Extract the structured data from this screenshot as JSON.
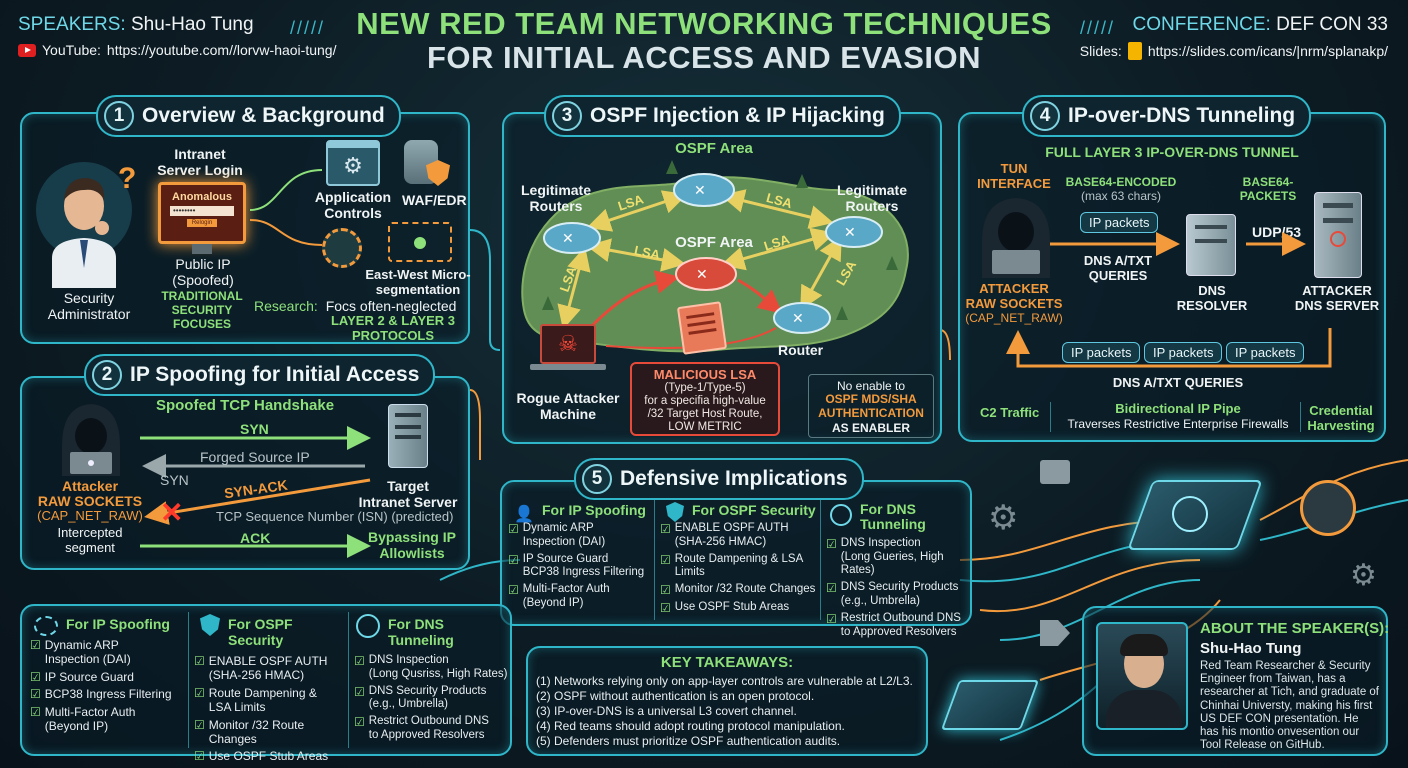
{
  "header": {
    "speakers_label": "SPEAKERS:",
    "speaker_name": "Shu-Hao Tung",
    "youtube_label": "YouTube:",
    "youtube_url": "https://youtube.com//lorvw-haoi-tung/",
    "title_line1": "NEW RED TEAM NETWORKING TECHNIQUES",
    "title_line2": "FOR INITIAL ACCESS AND EVASION",
    "conference_label": "CONFERENCE:",
    "conference_name": "DEF CON 33",
    "slides_label": "Slides:",
    "slides_url": "https://slides.com/icans/|nrm/splanakp/"
  },
  "section1": {
    "number": "1",
    "title": "Overview & Background",
    "intranet_login": "Intranet\nServer Login",
    "anomalous": "Anomalous",
    "password_mask": "••••••••",
    "login_btn": "Relogin",
    "security_admin": "Security\nAdministrator",
    "public_ip": "Public IP\n(Spoofed)",
    "traditional": "TRADITIONAL\nSECURITY\nFOCUSES",
    "app_controls": "Application\nControls",
    "waf_edr": "WAF/EDR",
    "east_west": "East-West Micro-\nsegmentation",
    "research_label": "Research:",
    "research_text": "Focs often-neglected",
    "layer_text": "LAYER 2 & LAYER 3\nPROTOCOLS"
  },
  "section2": {
    "number": "2",
    "title": "IP Spoofing for Initial Access",
    "handshake": "Spoofed TCP Handshake",
    "syn1": "SYN",
    "forged": "Forged Source IP",
    "syn2": "SYN",
    "synack": "SYN-ACK",
    "isn": "TCP Sequence Number (ISN) (predicted)",
    "ack": "ACK",
    "attacker": "Attacker",
    "raw_sockets": "RAW SOCKETS",
    "cap": "(CAP_NET_RAW)",
    "intercepted": "Intercepted\nsegment",
    "target": "Target\nIntranet Server",
    "bypassing": "Bypassing IP\nAllowlists"
  },
  "section3": {
    "number": "3",
    "title": "OSPF Injection & IP Hijacking",
    "ospf_area_top": "OSPF Area",
    "ospf_area_mid": "OSPF Area",
    "legit_left": "Legitimate\nRouters",
    "legit_right": "Legitimate\nRouters",
    "lsa": "LSA",
    "router": "Router",
    "rogue": "Rogue Attacker\nMachine",
    "malicious_title": "MALICIOUS LSA",
    "malicious_body": "(Type-1/Type-5)\nfor a specifia high-value\n/32 Target Host Route,\nLOW METRIC",
    "no_enable": "No enable to",
    "ospf_auth": "OSPF MDS/SHA\nAUTHENTICATION",
    "as_enabler": "AS ENABLER"
  },
  "section4": {
    "number": "4",
    "title": "IP-over-DNS Tunneling",
    "full_l3": "FULL LAYER 3 IP-OVER-DNS TUNNEL",
    "tun": "TUN\nINTERFACE",
    "base64_enc": "BASE64-ENCODED",
    "max63": "(max 63 chars)",
    "base64_packets": "BASE64-\nPACKETS",
    "ip_packets": "IP packets",
    "udp53": "UDP/53",
    "dns_queries": "DNS A/TXT\nQUERIES",
    "attacker": "ATTACKER",
    "raw_sockets": "RAW SOCKETS",
    "cap": "(CAP_NET_RAW)",
    "dns_resolver": "DNS\nRESOLVER",
    "attacker_dns": "ATTACKER\nDNS SERVER",
    "return_pills": [
      "IP packets",
      "IP packets",
      "IP packets"
    ],
    "return_queries": "DNS A/TXT QUERIES",
    "c2": "C2 Traffic",
    "bidirectional": "Bidirectional IP Pipe",
    "traverses": "Traverses Restrictive Enterprise Firewalls",
    "credential": "Credential\nHarvesting"
  },
  "section5": {
    "number": "5",
    "title": "Defensive Implications",
    "col1_title": "For IP Spoofing",
    "col1_items": [
      "Dynamic ARP\nInspection (DAI)",
      "IP Source Guard\nBCP38 Ingress Filtering",
      "Multi-Factor Auth\n(Beyond IP)"
    ],
    "col2_title": "For OSPF Security",
    "col2_items": [
      "ENABLE OSPF AUTH\n(SHA-256 HMAC)",
      "Route Dampening & LSA Limits",
      "Monitor /32 Route Changes",
      "Use OSPF Stub Areas"
    ],
    "col3_title": "For DNS\nTunneling",
    "col3_items": [
      "DNS Inspection\n(Long Gueries, High Rates)",
      "DNS Security Products\n(e.g., Umbrella)",
      "Restrict Outbound DNS\nto Approved Resolvers"
    ]
  },
  "bottom_left": {
    "col1_title": "For IP Spoofing",
    "col1_items": [
      "Dynamic ARP\nInspection (DAI)",
      "IP Source Guard",
      "BCP38 Ingress Filtering",
      "Multi-Factor Auth\n(Beyond IP)"
    ],
    "col2_title": "For OSPF Security",
    "col2_items": [
      "ENABLE OSPF AUTH\n(SHA-256 HMAC)",
      "Route Dampening &\nLSA Limits",
      "Monitor /32 Route\nChanges",
      "Use OSPF Stub Areas"
    ],
    "col3_title": "For DNS Tunneling",
    "col3_items": [
      "DNS Inspection\n(Long Qusriss, High Rates)",
      "DNS Security Products\n(e.g., Umbrella)",
      "Restrict Outbound DNS\nto Approved Resolvers"
    ]
  },
  "takeaways": {
    "title": "KEY TAKEAWAYS:",
    "items": [
      "(1) Networks relying only on app-layer controls are vulnerable at L2/L3.",
      "(2) OSPF without authentication is an open protocol.",
      "(3) IP-over-DNS is a universal L3 covert channel.",
      "(4) Red teams should adopt routing protocol manipulation.",
      "(5) Defenders must prioritize OSPF authentication audits."
    ]
  },
  "about": {
    "title": "ABOUT THE SPEAKER(S):",
    "name": "Shu-Hao Tung",
    "bio": "Red Team Researcher & Security Engineer from Taiwan, has a researcher at Tich, and graduate of Chinhai Universty, making his first US DEF CON presentation. He has his montio onvesention our Tool Release on GitHub."
  },
  "colors": {
    "accent": "#2fb6c8",
    "green": "#8ee07a",
    "orange": "#f39a3c",
    "red": "#ff5a4a"
  }
}
